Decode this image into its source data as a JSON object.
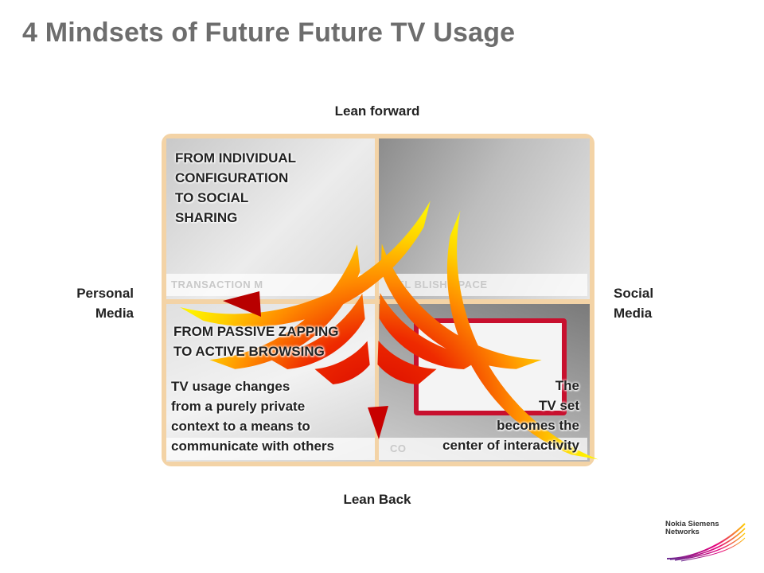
{
  "title": "4 Mindsets of Future Future TV Usage",
  "axes": {
    "top": "Lean forward",
    "bottom": "Lean Back",
    "left": [
      "Personal",
      "Media"
    ],
    "right": [
      "Social",
      "Media"
    ]
  },
  "quadrant_labels": {
    "top_left": "TRANSACTION M",
    "top_right": "SEL  BLISH  SPACE",
    "bottom_left": "",
    "bottom_right": "CO"
  },
  "mindsets": {
    "top_left": [
      "FROM INDIVIDUAL",
      "CONFIGURATION",
      "TO SOCIAL",
      "SHARING"
    ],
    "middle_left": [
      "FROM PASSIVE ZAPPING",
      "TO ACTIVE BROWSING"
    ],
    "bottom_left": [
      "TV usage changes",
      "from a purely private",
      "context to a means to",
      "communicate with others"
    ],
    "bottom_right": [
      "The",
      "TV set",
      "becomes the",
      "center of interactivity"
    ]
  },
  "logo": {
    "line1": "Nokia Siemens",
    "line2": "Networks"
  },
  "colors": {
    "title": "#6d6d6d",
    "frame": "#f3d3a6",
    "arc_inner": "#d40000",
    "arc_outer": "#ffe600"
  },
  "icons": [
    "wifi-signal-icon",
    "logo-swoosh-icon"
  ]
}
